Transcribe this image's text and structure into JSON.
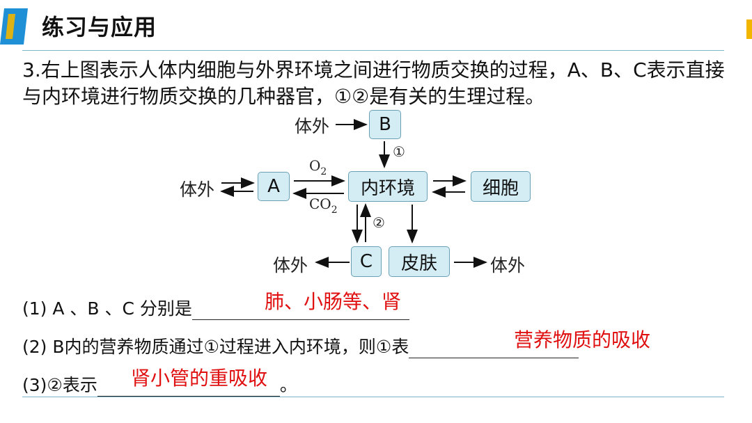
{
  "header": {
    "title": "练习与应用"
  },
  "question": {
    "text": "3.右上图表示人体内细胞与外界环境之间进行物质交换的过程，A、B、C表示直接与内环境进行物质交换的几种器官，①②是有关的生理过程。"
  },
  "diagram": {
    "outside_top": "体外",
    "outside_left": "体外",
    "outside_bottom_left": "体外",
    "outside_bottom_right": "体外",
    "box_b": "B",
    "box_a": "A",
    "box_env": "内环境",
    "box_cell": "细胞",
    "box_c": "C",
    "box_skin": "皮肤",
    "label_1": "①",
    "label_2": "②",
    "o2_main": "O",
    "o2_sub": "2",
    "co2_main": "CO",
    "co2_sub": "2"
  },
  "subquestions": [
    {
      "prefix": "(1) A 、B 、C 分别是",
      "suffix": "",
      "answer": "肺、小肠等、肾"
    },
    {
      "prefix": "(2) B内的营养物质通过①过程进入内环境，则①表",
      "suffix": "",
      "answer": "营养物质的吸收"
    },
    {
      "prefix": "(3)②表示",
      "suffix": "。",
      "answer": "肾小管的重吸收"
    }
  ],
  "colors": {
    "accent": "#1f8fd6",
    "answer": "#e01010",
    "box_fill": "#d4edf5",
    "corner": "#f2b600"
  }
}
